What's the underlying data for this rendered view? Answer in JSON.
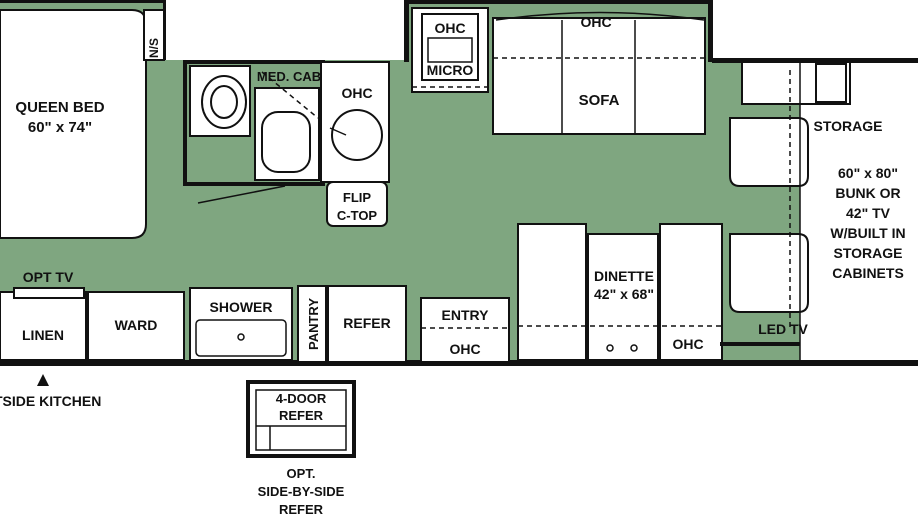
{
  "colors": {
    "floor": "#7fa680",
    "line": "#111111",
    "fixture": "#ffffff"
  },
  "rooms": {
    "bed_label": "QUEEN BED",
    "bed_size": "60\" x 74\"",
    "ns": "N/S",
    "med_cab": "MED. CAB",
    "ohc_bath": "OHC",
    "flip_l1": "FLIP",
    "flip_l2": "C-TOP",
    "ohc_top": "OHC",
    "micro": "MICRO",
    "ohc_kitchen": "OHC",
    "sofa": "SOFA",
    "storage": "STORAGE",
    "bunk": [
      "60\" x 80\"",
      "BUNK OR",
      "42\" TV",
      "W/BUILT IN",
      "STORAGE",
      "CABINETS"
    ],
    "dinette_l1": "DINETTE",
    "dinette_l2": "42\" x 68\"",
    "ohc_dinette": "OHC",
    "led_tv": "LED TV",
    "entry": "ENTRY",
    "ohc_entry": "OHC",
    "refer": "REFER",
    "pantry": "PANTRY",
    "shower": "SHOWER",
    "ward": "WARD",
    "linen": "LINEN",
    "opt_tv": "OPT TV",
    "outside_kitchen": "OUTSIDE KITCHEN"
  },
  "option": {
    "box_l1": "4-DOOR",
    "box_l2": "REFER",
    "caption": [
      "OPT.",
      "SIDE-BY-SIDE",
      "REFER"
    ]
  }
}
